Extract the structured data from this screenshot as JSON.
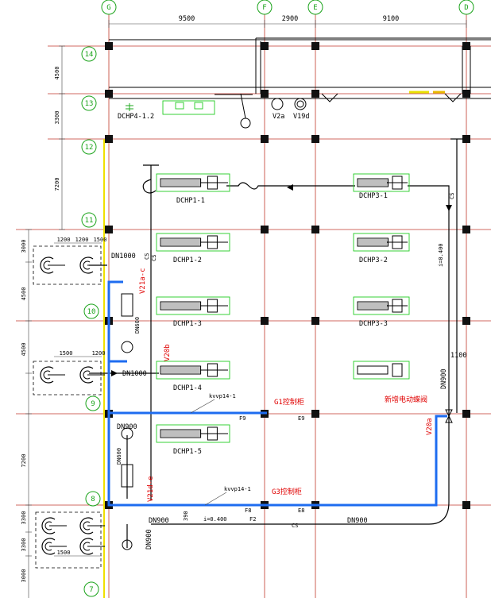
{
  "axes": {
    "top": [
      "G",
      "F",
      "E",
      "D"
    ],
    "left": [
      "14",
      "13",
      "12",
      "11",
      "10",
      "9",
      "8",
      "7"
    ]
  },
  "top_dims": [
    "9500",
    "2900",
    "9100"
  ],
  "left_dims": [
    "4500",
    "3300",
    "7200",
    "3000",
    "4500",
    "4500",
    "7200",
    "3300",
    "3300",
    "3000"
  ],
  "sub_dims": [
    "1200",
    "1200",
    "1500",
    "1500",
    "1200",
    "1500"
  ],
  "units": {
    "DCHP4": "DCHP4-1.2",
    "DCHP1": [
      "DCHP1-1",
      "DCHP1-2",
      "DCHP1-3",
      "DCHP1-4",
      "DCHP1-5"
    ],
    "DCHP3": [
      "DCHP3-1",
      "DCHP3-2",
      "DCHP3-3"
    ]
  },
  "valves": {
    "v2a": "V2a",
    "v19d": "V19d",
    "v21a": "V21a-c",
    "v20b": "V20b",
    "v21d": "V21d-e",
    "v20a": "V20a"
  },
  "pipe_labels": {
    "dn1000_a": "DN1000",
    "dn1000_b": "DN1000",
    "dn900_a": "DN900",
    "dn900_b": "DN900",
    "dn900_c": "DN900",
    "dn900_d": "DN900",
    "dn900_e": "DN900",
    "dn600_a": "DN600",
    "dn600_b": "DN600",
    "cs_a": "CS",
    "cs_b": "CS",
    "cs_c": "CS",
    "slope_a": "i=0.400",
    "slope_b": "i=0.400",
    "dim_1100": "1100",
    "dim_390": "390",
    "cable_a": "kvvp14-1",
    "cable_b": "kvvp14-1"
  },
  "control": {
    "g1": "G1控制柜",
    "g3": "G3控制柜",
    "f9": "F9",
    "e9": "E9",
    "f8": "F8",
    "e8": "E8",
    "f2": "F2",
    "motor_valve": "新增电动蝶阀"
  }
}
